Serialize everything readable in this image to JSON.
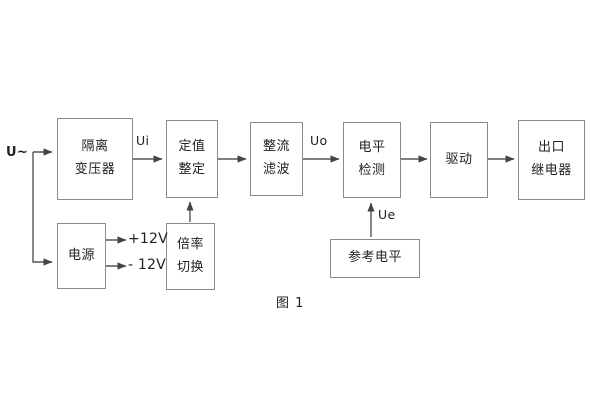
{
  "figure": {
    "caption": "图 1",
    "line_color": "#555555",
    "box_border_color": "#8a8a8a",
    "text_color": "#222222",
    "background": "#ffffff"
  },
  "blocks": [
    {
      "id": "isolation-transformer",
      "lines": [
        "隔离",
        "变压器"
      ]
    },
    {
      "id": "setting-adjust",
      "lines": [
        "定值",
        "整定"
      ]
    },
    {
      "id": "rectify-filter",
      "lines": [
        "整流",
        "滤波"
      ]
    },
    {
      "id": "level-detect",
      "lines": [
        "电平",
        "检测"
      ]
    },
    {
      "id": "drive",
      "lines": [
        "驱动"
      ]
    },
    {
      "id": "output-relay",
      "lines": [
        "出口",
        "继电器"
      ]
    },
    {
      "id": "power-supply",
      "lines": [
        "电源"
      ]
    },
    {
      "id": "ratio-switch",
      "lines": [
        "倍率",
        "切换"
      ]
    },
    {
      "id": "reference-level",
      "lines": [
        "参考电平"
      ]
    }
  ],
  "signals": {
    "input_source": "U~",
    "ui": "Ui",
    "uo": "Uo",
    "ue": "Ue",
    "rail_positive": "+12V",
    "rail_negative": "- 12V"
  }
}
